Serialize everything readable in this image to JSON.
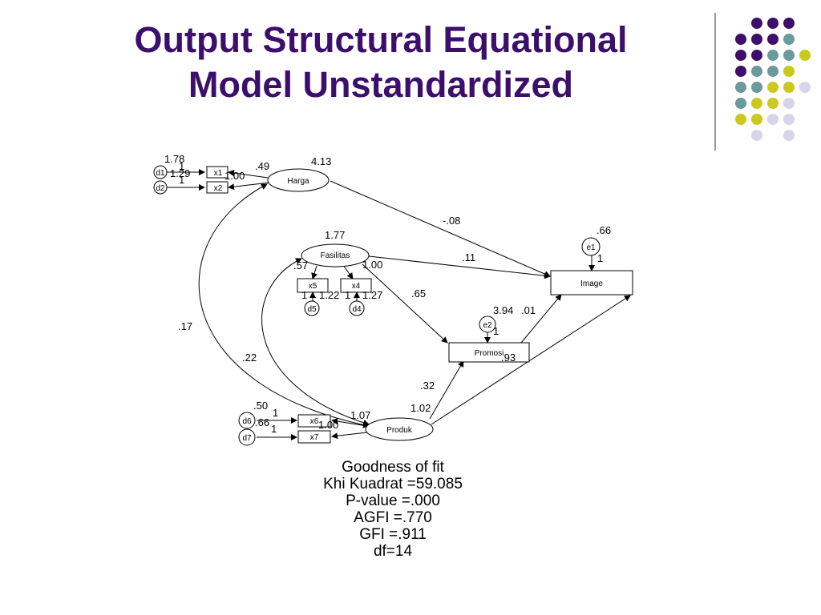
{
  "slide": {
    "title_line1": "Output Structural Equational",
    "title_line2": "Model Unstandardized"
  },
  "decoration": {
    "dot_colors": {
      "purple": "#3b0f6b",
      "teal": "#6b9a9c",
      "yellow": "#c9c91e",
      "lavender": "#d5d4ea"
    }
  },
  "diagram": {
    "latent": {
      "harga": "Harga",
      "fasilitas": "Fasilitas",
      "produk": "Produk"
    },
    "observed": {
      "x1": "x1",
      "x2": "x2",
      "x4": "x4",
      "x5": "x5",
      "x6": "x6",
      "x7": "x7",
      "image": "Image",
      "promosi": "Promosi"
    },
    "errors": {
      "d1": "d1",
      "d2": "d2",
      "d4": "d4",
      "d5": "d5",
      "d6": "d6",
      "d7": "d7",
      "e1": "e1",
      "e2": "e2"
    },
    "values": {
      "var_d1": "1.78",
      "var_d2": "1.29",
      "one_d1": "1",
      "one_d2": "1",
      "load_x1": ".49",
      "load_x2": "1.00",
      "var_harga": "4.13",
      "path_harga_image": "-.08",
      "var_e1": ".66",
      "one_e1": "1",
      "var_fasilitas": "1.77",
      "path_fasilitas_image": ".11",
      "load_x5": ".57",
      "load_x4": "1.00",
      "one_d5": "1",
      "var_d5": "1.22",
      "one_d4": "1",
      "var_d4": "1.27",
      "path_fasilitas_promosi": ".65",
      "var_promosi_res": "3.94",
      "path_promosi_image": ".01",
      "one_e2": "1",
      "path_produk_image": ".93",
      "cov_harga_produk": ".17",
      "cov_fasilitas_produk": ".22",
      "path_produk_promosi": ".32",
      "var_produk": "1.02",
      "var_d6": ".50",
      "one_d6": "1",
      "var_d7": ".66",
      "one_d7": "1",
      "load_x6": "1.07",
      "load_x7": "1.00"
    }
  },
  "goodness_of_fit": {
    "heading": "Goodness of fit",
    "khi_kuadrat": "Khi Kuadrat =59.085",
    "p_value": "P-value =.000",
    "agfi": "AGFI =.770",
    "gfi": "GFI =.911",
    "df": "df=14"
  }
}
